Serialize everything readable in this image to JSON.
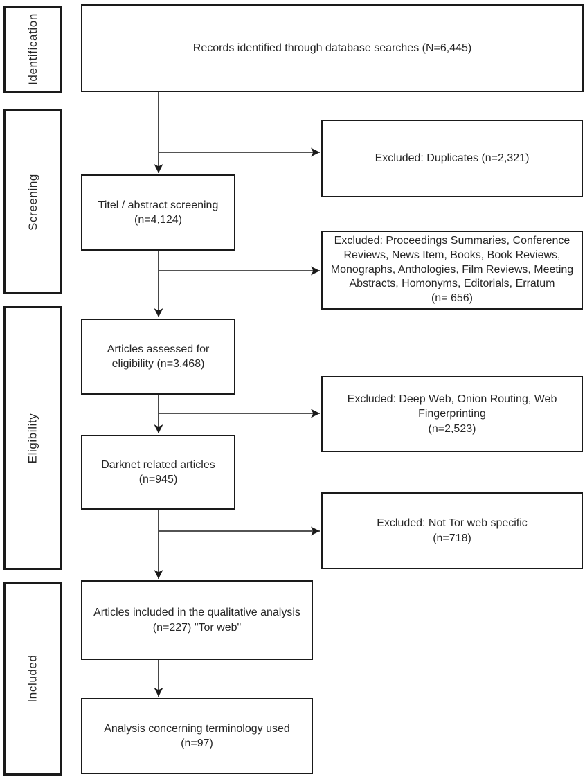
{
  "figure": {
    "kind": "literature screening flowchart",
    "colors": {
      "ink": "#1a1a1a",
      "text": "#262626",
      "background": "#ffffff"
    }
  },
  "stages": [
    {
      "label": "Identification"
    },
    {
      "label": "Screening"
    },
    {
      "label": "Eligibility"
    },
    {
      "label": "Included"
    }
  ],
  "flow_boxes": [
    {
      "name": "records",
      "text": "Records identified through database searches (N=6,445)"
    },
    {
      "name": "title-screening",
      "text": "Titel / abstract screening\n(n=4,124)"
    },
    {
      "name": "assessed",
      "text": "Articles assessed for\neligibility (n=3,468)"
    },
    {
      "name": "darknet",
      "text": "Darknet related articles\n(n=945)"
    },
    {
      "name": "qualitative",
      "text": "Articles included in the qualitative analysis\n(n=227) \"Tor web\""
    },
    {
      "name": "terminology",
      "text": "Analysis concerning terminology used\n(n=97)"
    }
  ],
  "excluded_boxes": [
    {
      "name": "duplicates",
      "text": "Excluded: Duplicates (n=2,321)"
    },
    {
      "name": "doctypes",
      "text": "Excluded: Proceedings Summaries, Conference\nReviews, News Item, Books, Book Reviews,\nMonographs, Anthologies, Film Reviews, Meeting\nAbstracts, Homonyms, Editorials, Erratum\n(n= 656)"
    },
    {
      "name": "topics",
      "text": "Excluded: Deep Web, Onion Routing, Web\nFingerprinting\n(n=2,523)"
    },
    {
      "name": "nottor",
      "text": "Excluded: Not Tor web specific\n(n=718)"
    }
  ]
}
